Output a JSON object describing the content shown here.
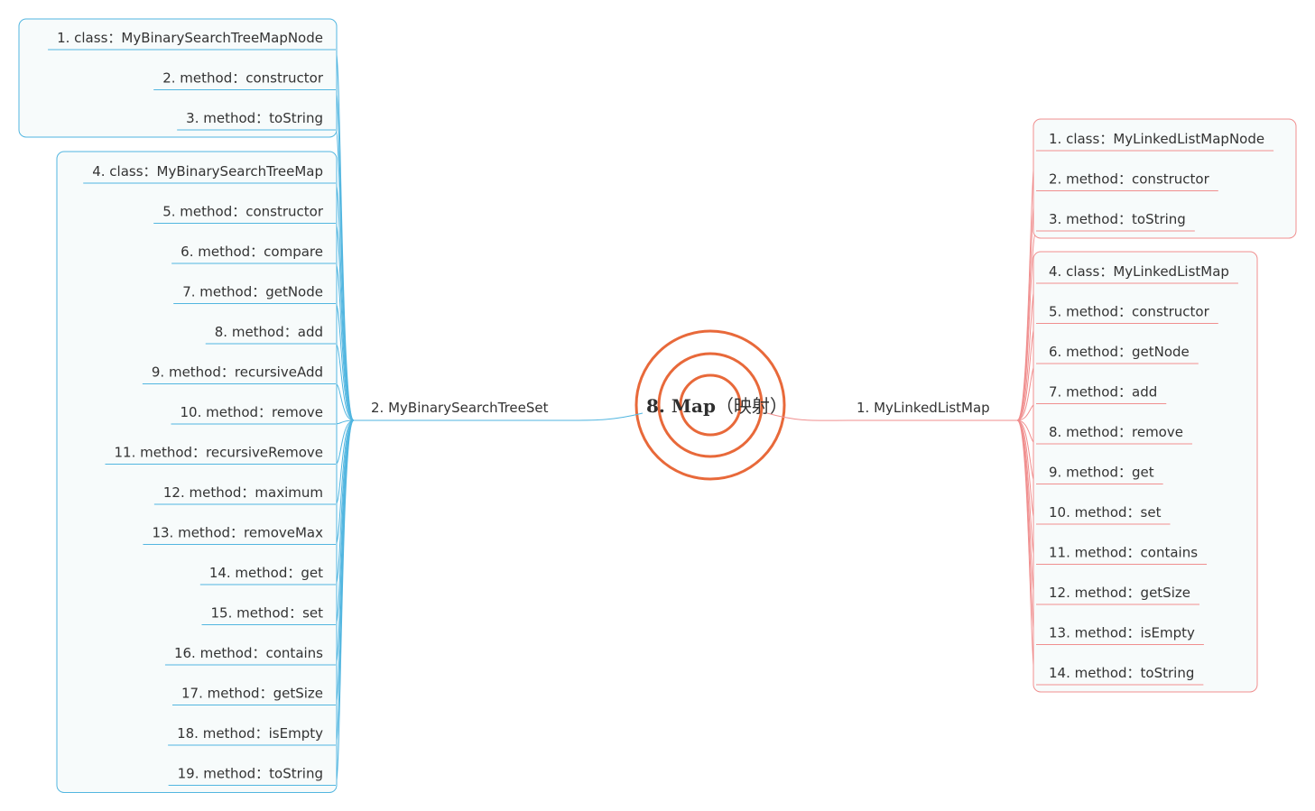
{
  "central_topic": {
    "title": "8. Map",
    "subtitle": "（映射）",
    "ring_color": "#e8693a"
  },
  "branches": [
    {
      "label": "1. MyLinkedListMap",
      "side": "right",
      "color": "#f08f8f",
      "box_fill": "#f7fbfb",
      "groups": [
        {
          "items": [
            "1. class：MyLinkedListMapNode",
            "2. method：constructor",
            "3. method：toString"
          ]
        },
        {
          "items": [
            "4. class：MyLinkedListMap",
            "5. method：constructor",
            "6. method：getNode",
            "7. method：add",
            "8. method：remove",
            "9. method：get",
            "10. method：set",
            "11. method：contains",
            "12. method：getSize",
            "13. method：isEmpty",
            "14. method：toString"
          ]
        }
      ]
    },
    {
      "label": "2. MyBinarySearchTreeSet",
      "side": "left",
      "color": "#52b6e0",
      "box_fill": "#f7fbfb",
      "groups": [
        {
          "items": [
            "1. class：MyBinarySearchTreeMapNode",
            "2. method：constructor",
            "3. method：toString"
          ]
        },
        {
          "items": [
            "4. class：MyBinarySearchTreeMap",
            "5. method：constructor",
            "6. method：compare",
            "7. method：getNode",
            "8. method：add",
            "9. method：recursiveAdd",
            "10. method：remove",
            "11. method：recursiveRemove",
            "12. method：maximum",
            "13. method：removeMax",
            "14. method：get",
            "15. method：set",
            "16. method：contains",
            "17. method：getSize",
            "18. method：isEmpty",
            "19. method：toString"
          ]
        }
      ]
    }
  ]
}
